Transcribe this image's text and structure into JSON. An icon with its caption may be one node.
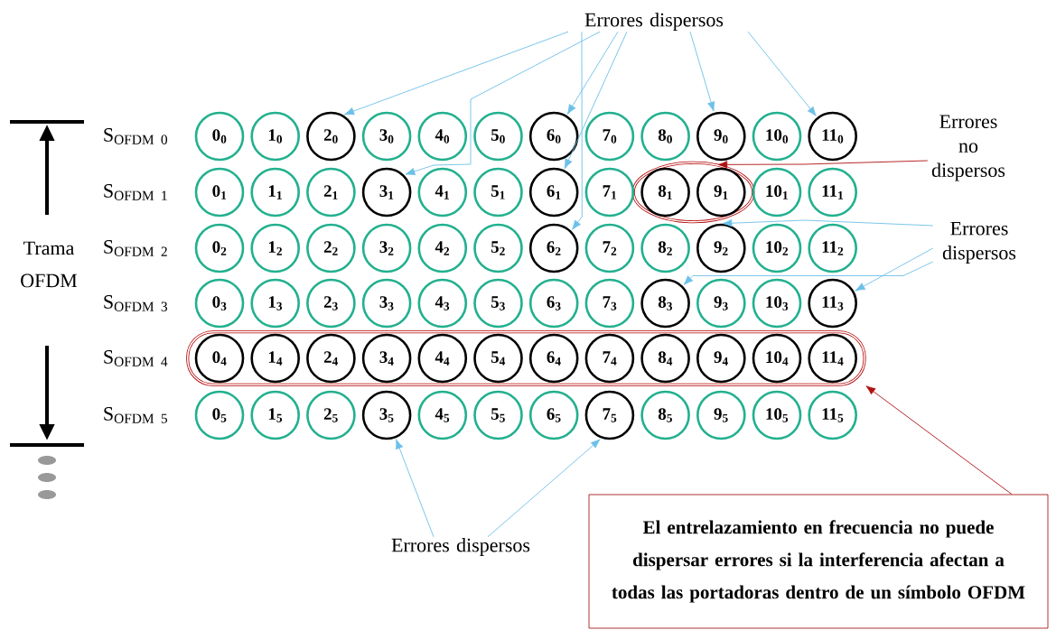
{
  "diagram": {
    "nodes": [
      {
        "text": [
          "Errores dispersos"
        ]
      },
      {
        "text": [
          "Errores no dispersos"
        ]
      },
      {
        "text": [
          "Errores dispersos"
        ]
      },
      {
        "text": [],
        "shape": "ellipse"
      },
      {
        "text": [],
        "shape": "box"
      },
      {
        "text": [
          "0$_{0}$"
        ]
      },
      {
        "text": [
          "1$_{0}$"
        ]
      },
      {
        "text": [
          "2$_{0}$"
        ]
      },
      {
        "text": [
          "3$_{0}$"
        ]
      },
      {
        "text": [
          "4$_{0}$"
        ]
      },
      {
        "text": [
          "5$_{0}$"
        ]
      },
      {
        "text": [
          "6$_{0}$"
        ]
      },
      {
        "text": [
          "7$_{0}$"
        ]
      },
      {
        "text": [
          "8$_{0}$"
        ]
      },
      {
        "text": [
          "9$_{0}$"
        ]
      },
      {
        "text": [
          "10$_{0}$"
        ]
      },
      {
        "text": [
          "11$_{0}$"
        ]
      },
      {
        "text": [
          "0$_{1}$"
        ]
      },
      {
        "text": [
          "1$_{1}$"
        ]
      },
      {
        "text": [
          "2$_{1}$"
        ]
      },
      {
        "text": [
          "3$_{1}$"
        ]
      },
      {
        "text": [
          "4$_{1}$"
        ]
      },
      {
        "text": [
          "5$_{1}$"
        ]
      },
      {
        "text": [
          "6$_{1}$"
        ]
      },
      {
        "text": [
          "7$_{1}$"
        ]
      },
      {
        "text": [
          "8$_{1}$"
        ],
        "in": 3
      },
      {
        "text": [
          "9$_{1}$"
        ],
        "in": 3
      },
      {
        "text": [
          "10$_{1}$"
        ]
      },
      {
        "text": [
          "11$_{1}$"
        ]
      },
      {
        "text": [
          "0$_{2}$"
        ]
      },
      {
        "text": [
          "1$_{2}$"
        ]
      },
      {
        "text": [
          "2$_{2}$"
        ]
      },
      {
        "text": [
          "3$_{2}$"
        ]
      },
      {
        "text": [
          "4$_{2}$"
        ]
      },
      {
        "text": [
          "5$_{2}$"
        ]
      },
      {
        "text": [
          "6$_{2}$"
        ]
      },
      {
        "text": [
          "7$_{2}$"
        ]
      },
      {
        "text": [
          "8$_{2}$"
        ]
      },
      {
        "text": [
          "9$_{2}$"
        ]
      },
      {
        "text": [
          "10$_{2}$"
        ]
      },
      {
        "text": [
          "11$_{2}$"
        ]
      },
      {
        "text": [
          "0$_{3}$"
        ]
      },
      {
        "text": [
          "1$_{3}$"
        ]
      },
      {
        "text": [
          "2$_{3}$"
        ]
      },
      {
        "text": [
          "3$_{3}$"
        ]
      },
      {
        "text": [
          "4$_{3}$"
        ]
      },
      {
        "text": [
          "5$_{3}$"
        ]
      },
      {
        "text": [
          "6$_{3}$"
        ]
      },
      {
        "text": [
          "7$_{3}$"
        ]
      },
      {
        "text": [
          "8$_{3}$"
        ]
      },
      {
        "text": [
          "9$_{3}$"
        ]
      },
      {
        "text": [
          "10$_{3}$"
        ]
      },
      {
        "text": [
          "11$_{3}$"
        ]
      },
      {
        "text": [
          "0$_{4}$"
        ],
        "in": 4
      },
      {
        "text": [
          "1$_{4}$"
        ],
        "in": 4
      },
      {
        "text": [
          "2$_{4}$"
        ],
        "in": 4
      },
      {
        "text": [
          "3$_{4}$"
        ],
        "in": 4
      },
      {
        "text": [
          "4$_{4}$"
        ],
        "in": 4
      },
      {
        "text": [
          "5$_{4}$"
        ],
        "in": 4
      },
      {
        "text": [
          "6$_{4}$"
        ],
        "in": 4
      },
      {
        "text": [
          "7$_{4}$"
        ],
        "in": 4
      },
      {
        "text": [
          "8$_{4}$"
        ],
        "in": 4
      },
      {
        "text": [
          "9$_{4}$"
        ],
        "in": 4
      },
      {
        "text": [
          "10$_{4}$"
        ],
        "in": 4
      },
      {
        "text": [
          "11$_{4}$"
        ],
        "in": 4
      },
      {
        "text": [
          "0$_{5}$"
        ]
      },
      {
        "text": [
          "1$_{5}$"
        ]
      },
      {
        "text": [
          "2$_{5}$"
        ]
      },
      {
        "text": [
          "3$_{5}$"
        ]
      },
      {
        "text": [
          "4$_{5}$"
        ]
      },
      {
        "text": [
          "5$_{5}$"
        ]
      },
      {
        "text": [
          "6$_{5}$"
        ]
      },
      {
        "text": [
          "7$_{5}$"
        ]
      },
      {
        "text": [
          "8$_{5}$"
        ]
      },
      {
        "text": [
          "9$_{5}$"
        ]
      },
      {
        "text": [
          "10$_{5}$"
        ]
      },
      {
        "text": [
          "11$_{5}$"
        ]
      },
      {
        "text": [
          "Errores dispersos"
        ]
      },
      {
        "text": [
          "El entrelazamiento en frecuencia no puede dispersar errores si la interferencia afectan a todas las portadoras dentro de un símbolo OFDM"
        ]
      }
    ],
    "edges": [
      {
        "from": 0,
        "to": 7,
        "arrow": "to"
      },
      {
        "from": 0,
        "to": 20,
        "arrow": "to"
      },
      {
        "from": 0,
        "to": 11,
        "arrow": "to"
      },
      {
        "from": 0,
        "to": 23,
        "arrow": "to"
      },
      {
        "from": 0,
        "to": 35,
        "arrow": "to"
      },
      {
        "from": 0,
        "to": 14,
        "arrow": "to"
      },
      {
        "from": 0,
        "to": 16,
        "arrow": "to"
      },
      {
        "from": 1,
        "to": 3,
        "arrow": "to",
        "color": "#b01010"
      },
      {
        "from": 2,
        "to": 38,
        "arrow": "to"
      },
      {
        "from": 2,
        "to": 49,
        "arrow": "to"
      },
      {
        "from": 2,
        "to": 52,
        "arrow": "to"
      },
      {
        "from": 77,
        "to": 68,
        "arrow": "to"
      },
      {
        "from": 77,
        "to": 72,
        "arrow": "to"
      },
      {
        "from": 78,
        "to": 4,
        "arrow": "to",
        "color": "#b01010"
      }
    ],
    "labels": [
      "S$_{OFDM 0}$",
      "S$_{OFDM 1}$",
      "Trama OFDM",
      "S$_{OFDM 2}$",
      "S$_{OFDM 3}$",
      "S$_{OFDM 4}$",
      "S$_{OFDM 5}$"
    ]
  }
}
